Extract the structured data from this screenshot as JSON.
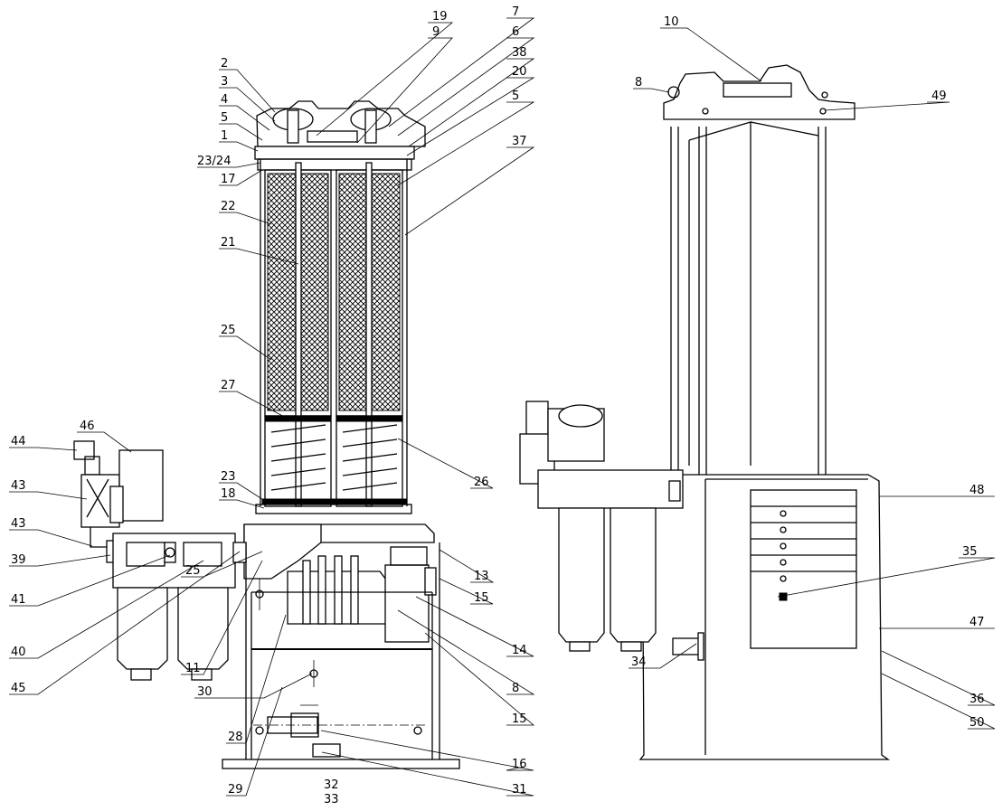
{
  "callouts": [
    {
      "id": "c1",
      "text": "1"
    },
    {
      "id": "c2",
      "text": "2"
    },
    {
      "id": "c3",
      "text": "3"
    },
    {
      "id": "c4",
      "text": "4"
    },
    {
      "id": "c5a",
      "text": "5"
    },
    {
      "id": "c5b",
      "text": "5"
    },
    {
      "id": "c6",
      "text": "6"
    },
    {
      "id": "c7",
      "text": "7"
    },
    {
      "id": "c8a",
      "text": "8"
    },
    {
      "id": "c8b",
      "text": "8"
    },
    {
      "id": "c9",
      "text": "9"
    },
    {
      "id": "c10",
      "text": "10"
    },
    {
      "id": "c11",
      "text": "11"
    },
    {
      "id": "c13",
      "text": "13"
    },
    {
      "id": "c14",
      "text": "14"
    },
    {
      "id": "c15a",
      "text": "15"
    },
    {
      "id": "c15b",
      "text": "15"
    },
    {
      "id": "c16",
      "text": "16"
    },
    {
      "id": "c17",
      "text": "17"
    },
    {
      "id": "c18",
      "text": "18"
    },
    {
      "id": "c19",
      "text": "19"
    },
    {
      "id": "c20",
      "text": "20"
    },
    {
      "id": "c21",
      "text": "21"
    },
    {
      "id": "c22",
      "text": "22"
    },
    {
      "id": "c23",
      "text": "23"
    },
    {
      "id": "c2324",
      "text": "23/24"
    },
    {
      "id": "c25a",
      "text": "25"
    },
    {
      "id": "c25b",
      "text": "25"
    },
    {
      "id": "c26",
      "text": "26"
    },
    {
      "id": "c27",
      "text": "27"
    },
    {
      "id": "c28",
      "text": "28"
    },
    {
      "id": "c29",
      "text": "29"
    },
    {
      "id": "c30",
      "text": "30"
    },
    {
      "id": "c31",
      "text": "31"
    },
    {
      "id": "c32",
      "text": "32"
    },
    {
      "id": "c33",
      "text": "33"
    },
    {
      "id": "c34",
      "text": "34"
    },
    {
      "id": "c35",
      "text": "35"
    },
    {
      "id": "c36",
      "text": "36"
    },
    {
      "id": "c37",
      "text": "37"
    },
    {
      "id": "c38",
      "text": "38"
    },
    {
      "id": "c39",
      "text": "39"
    },
    {
      "id": "c40",
      "text": "40"
    },
    {
      "id": "c41",
      "text": "41"
    },
    {
      "id": "c43a",
      "text": "43"
    },
    {
      "id": "c43b",
      "text": "43"
    },
    {
      "id": "c44",
      "text": "44"
    },
    {
      "id": "c45",
      "text": "45"
    },
    {
      "id": "c46",
      "text": "46"
    },
    {
      "id": "c47",
      "text": "47"
    },
    {
      "id": "c48",
      "text": "48"
    },
    {
      "id": "c49",
      "text": "49"
    },
    {
      "id": "c50",
      "text": "50"
    }
  ]
}
